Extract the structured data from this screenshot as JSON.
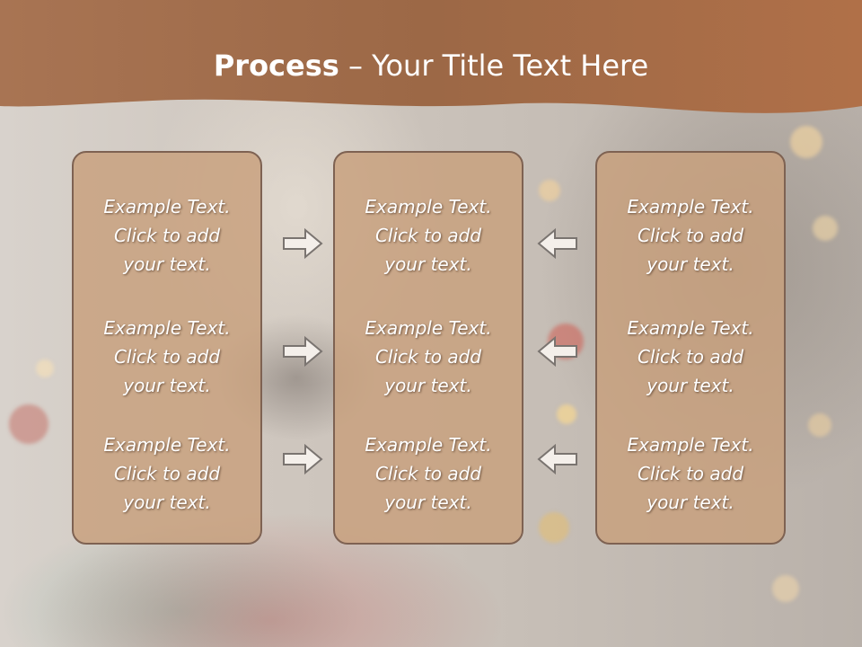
{
  "title": {
    "bold": "Process",
    "rest": " – Your Title Text Here"
  },
  "columns": [
    {
      "items": [
        {
          "l1": "Example Text.",
          "l2": "Click  to add",
          "l3": "your text."
        },
        {
          "l1": "Example Text.",
          "l2": "Click  to add",
          "l3": "your text."
        },
        {
          "l1": "Example Text.",
          "l2": "Click  to add",
          "l3": "your text."
        }
      ]
    },
    {
      "items": [
        {
          "l1": "Example Text.",
          "l2": "Click  to add",
          "l3": "your text."
        },
        {
          "l1": "Example Text.",
          "l2": "Click  to add",
          "l3": "your text."
        },
        {
          "l1": "Example Text.",
          "l2": "Click  to add",
          "l3": "your text."
        }
      ]
    },
    {
      "items": [
        {
          "l1": "Example Text.",
          "l2": "Click  to add",
          "l3": "your text."
        },
        {
          "l1": "Example Text.",
          "l2": "Click  to add",
          "l3": "your text."
        },
        {
          "l1": "Example Text.",
          "l2": "Click  to add",
          "l3": "your text."
        }
      ]
    }
  ],
  "icons": {
    "left_arrows": "arrow-right-icon",
    "right_arrows": "arrow-left-icon"
  },
  "colors": {
    "header": "#a06a48",
    "panel": "#c8a07d",
    "panel_border": "#7e6252",
    "text": "#ffffff"
  }
}
